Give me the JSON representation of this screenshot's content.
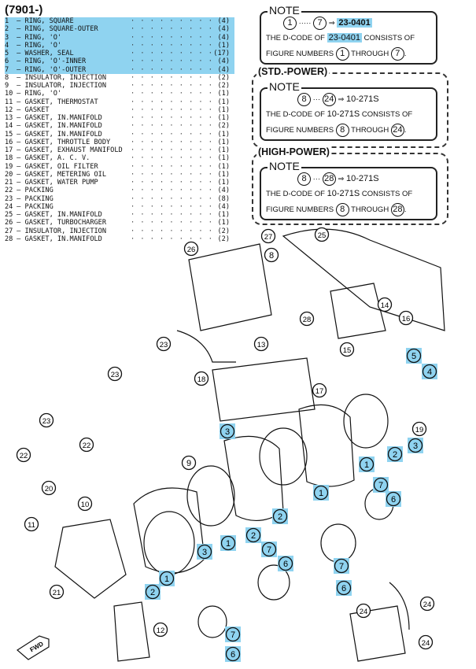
{
  "page_code": "(7901-)",
  "parts_list": [
    {
      "num": "1",
      "name": "RING, SQUARE",
      "qty": "(4)",
      "highlighted": true
    },
    {
      "num": "2",
      "name": "RING, SQUARE-OUTER",
      "qty": "(4)",
      "highlighted": true
    },
    {
      "num": "3",
      "name": "RING, 'O'",
      "qty": "(4)",
      "highlighted": true
    },
    {
      "num": "4",
      "name": "RING, 'O'",
      "qty": "(1)",
      "highlighted": true
    },
    {
      "num": "5",
      "name": "WASHER, SEAL",
      "qty": "(17)",
      "highlighted": true
    },
    {
      "num": "6",
      "name": "RING, 'O'-INNER",
      "qty": "(4)",
      "highlighted": true
    },
    {
      "num": "7",
      "name": "RING, 'O'-OUTER",
      "qty": "(4)",
      "highlighted": true
    },
    {
      "num": "8",
      "name": "INSULATOR, INJECTION",
      "qty": "(2)",
      "highlighted": false
    },
    {
      "num": "9",
      "name": "INSULATOR, INJECTION",
      "qty": "(2)",
      "highlighted": false
    },
    {
      "num": "10",
      "name": "RING, 'O'",
      "qty": "(1)",
      "highlighted": false
    },
    {
      "num": "11",
      "name": "GASKET, THERMOSTAT",
      "qty": "(1)",
      "highlighted": false
    },
    {
      "num": "12",
      "name": "GASKET",
      "qty": "(1)",
      "highlighted": false
    },
    {
      "num": "13",
      "name": "GASKET, IN.MANIFOLD",
      "qty": "(1)",
      "highlighted": false
    },
    {
      "num": "14",
      "name": "GASKET, IN.MANIFOLD",
      "qty": "(2)",
      "highlighted": false
    },
    {
      "num": "15",
      "name": "GASKET, IN.MANIFOLD",
      "qty": "(1)",
      "highlighted": false
    },
    {
      "num": "16",
      "name": "GASKET, THROTTLE BODY",
      "qty": "(1)",
      "highlighted": false
    },
    {
      "num": "17",
      "name": "GASKET, EXHAUST MANIFOLD",
      "qty": "(1)",
      "highlighted": false
    },
    {
      "num": "18",
      "name": "GASKET, A. C. V.",
      "qty": "(1)",
      "highlighted": false
    },
    {
      "num": "19",
      "name": "GASKET, OIL FILTER",
      "qty": "(1)",
      "highlighted": false
    },
    {
      "num": "20",
      "name": "GASKET, METERING OIL",
      "qty": "(1)",
      "highlighted": false
    },
    {
      "num": "21",
      "name": "GASKET, WATER PUMP",
      "qty": "(1)",
      "highlighted": false
    },
    {
      "num": "22",
      "name": "PACKING",
      "qty": "(4)",
      "highlighted": false
    },
    {
      "num": "23",
      "name": "PACKING",
      "qty": "(8)",
      "highlighted": false
    },
    {
      "num": "24",
      "name": "PACKING",
      "qty": "(4)",
      "highlighted": false
    },
    {
      "num": "25",
      "name": "GASKET, IN.MANIFOLD",
      "qty": "(1)",
      "highlighted": false
    },
    {
      "num": "26",
      "name": "GASKET, TURBOCHARGER",
      "qty": "(1)",
      "highlighted": false
    },
    {
      "num": "27",
      "name": "INSULATOR, INJECTION",
      "qty": "(2)",
      "highlighted": false
    },
    {
      "num": "28",
      "name": "GASKET, IN.MANIFOLD",
      "qty": "(2)",
      "highlighted": false
    }
  ],
  "note_main": {
    "tag": "NOTE",
    "from": "1",
    "to": "7",
    "arrow": "⇒",
    "code": "23-0401",
    "line2_prefix": "THE D-CODE OF",
    "line2_suffix": "CONSISTS OF",
    "line3_prefix": "FIGURE NUMBERS",
    "line3_mid": "THROUGH",
    "line3_end": "."
  },
  "std_power": {
    "title": "(STD.-POWER)",
    "tag": "NOTE",
    "from": "8",
    "to": "24",
    "arrow": "⇒",
    "code": "10-271S",
    "line2_prefix": "THE D-CODE OF",
    "line2_suffix": "CONSISTS OF",
    "line3_prefix": "FIGURE NUMBERS",
    "line3_mid": "THROUGH",
    "line3_end": "."
  },
  "high_power": {
    "title": "(HIGH-POWER)",
    "tag": "NOTE",
    "from": "8",
    "to": "28",
    "arrow": "⇒",
    "code": "10-271S",
    "line2_prefix": "THE D-CODE OF",
    "line2_suffix": "CONSISTS OF",
    "line3_prefix": "FIGURE NUMBERS",
    "line3_mid": "THROUGH",
    "line3_end": "."
  },
  "callouts": [
    {
      "id": "27",
      "hl": false
    },
    {
      "id": "8",
      "hl": false
    },
    {
      "id": "26",
      "hl": false
    },
    {
      "id": "25",
      "hl": false
    },
    {
      "id": "14",
      "hl": false
    },
    {
      "id": "16",
      "hl": false
    },
    {
      "id": "28",
      "hl": false
    },
    {
      "id": "13",
      "hl": false
    },
    {
      "id": "15",
      "hl": false
    },
    {
      "id": "5",
      "hl": true
    },
    {
      "id": "4",
      "hl": true
    },
    {
      "id": "23",
      "hl": false
    },
    {
      "id": "18",
      "hl": false
    },
    {
      "id": "17",
      "hl": false
    },
    {
      "id": "23",
      "hl": false
    },
    {
      "id": "23",
      "hl": false
    },
    {
      "id": "3",
      "hl": true
    },
    {
      "id": "19",
      "hl": false
    },
    {
      "id": "3",
      "hl": true
    },
    {
      "id": "2",
      "hl": true
    },
    {
      "id": "1",
      "hl": true
    },
    {
      "id": "22",
      "hl": false
    },
    {
      "id": "22",
      "hl": false
    },
    {
      "id": "9",
      "hl": false
    },
    {
      "id": "1",
      "hl": true
    },
    {
      "id": "7",
      "hl": true
    },
    {
      "id": "6",
      "hl": true
    },
    {
      "id": "20",
      "hl": false
    },
    {
      "id": "10",
      "hl": false
    },
    {
      "id": "2",
      "hl": true
    },
    {
      "id": "11",
      "hl": false
    },
    {
      "id": "3",
      "hl": true
    },
    {
      "id": "1",
      "hl": true
    },
    {
      "id": "2",
      "hl": true
    },
    {
      "id": "7",
      "hl": true
    },
    {
      "id": "6",
      "hl": true
    },
    {
      "id": "7",
      "hl": true
    },
    {
      "id": "6",
      "hl": true
    },
    {
      "id": "1",
      "hl": true
    },
    {
      "id": "2",
      "hl": true
    },
    {
      "id": "21",
      "hl": false
    },
    {
      "id": "24",
      "hl": false
    },
    {
      "id": "24",
      "hl": false
    },
    {
      "id": "12",
      "hl": false
    },
    {
      "id": "7",
      "hl": true
    },
    {
      "id": "6",
      "hl": true
    },
    {
      "id": "24",
      "hl": false
    }
  ],
  "fwd_label": "FWD",
  "colors": {
    "highlight": "#8fd3f0",
    "highlight_dark": "#3aa7d6",
    "line": "#111111"
  }
}
